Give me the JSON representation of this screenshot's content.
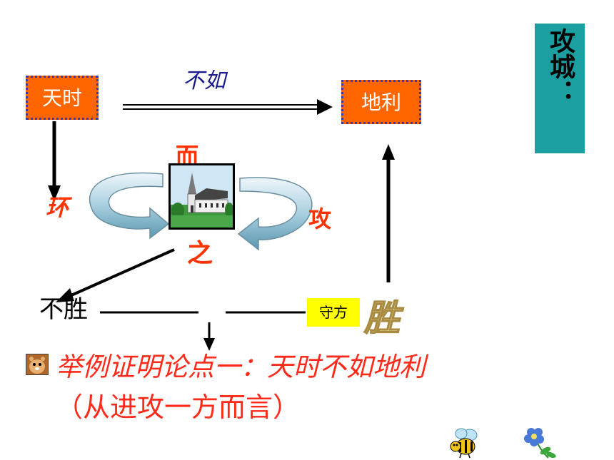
{
  "title": "攻城：",
  "nodes": {
    "tianshi": "天时",
    "dili": "地利",
    "busheng": "不胜",
    "shoufang": "守方",
    "sheng": "胜"
  },
  "edge_labels": {
    "buru": "不如",
    "er": "而",
    "huan": "环",
    "gong": "攻",
    "zhi": "之"
  },
  "point_line": "举例证明论点一：天时不如地利",
  "paren_line": "（从进攻一方而言）",
  "icons": [
    "church-picture",
    "hamster-bullet-icon",
    "bee-icon",
    "flower-icon"
  ]
}
